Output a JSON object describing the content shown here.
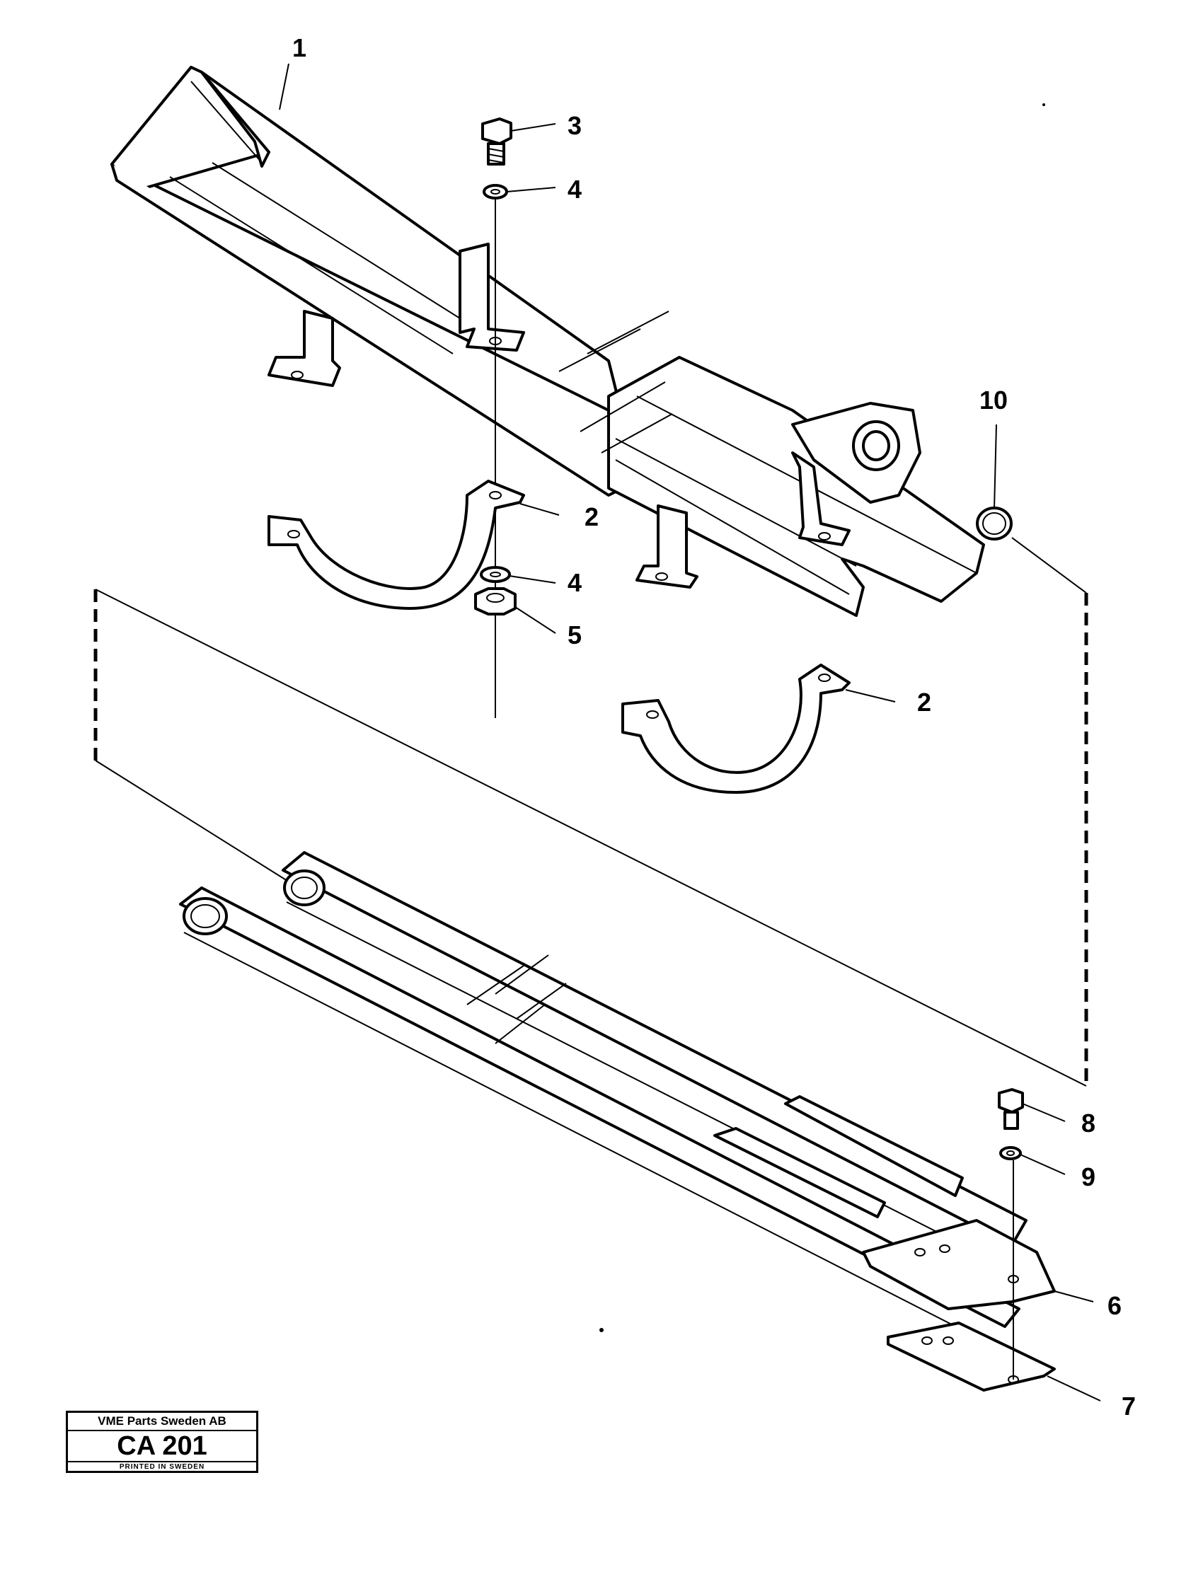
{
  "callouts": [
    {
      "id": "1",
      "label": "1"
    },
    {
      "id": "3",
      "label": "3"
    },
    {
      "id": "4a",
      "label": "4"
    },
    {
      "id": "10",
      "label": "10"
    },
    {
      "id": "2a",
      "label": "2"
    },
    {
      "id": "4b",
      "label": "4"
    },
    {
      "id": "5",
      "label": "5"
    },
    {
      "id": "2b",
      "label": "2"
    },
    {
      "id": "8",
      "label": "8"
    },
    {
      "id": "9",
      "label": "9"
    },
    {
      "id": "6",
      "label": "6"
    },
    {
      "id": "7",
      "label": "7"
    }
  ],
  "title_block": {
    "company": "VME Parts Sweden AB",
    "code": "CA 201",
    "printed": "PRINTED IN SWEDEN"
  }
}
